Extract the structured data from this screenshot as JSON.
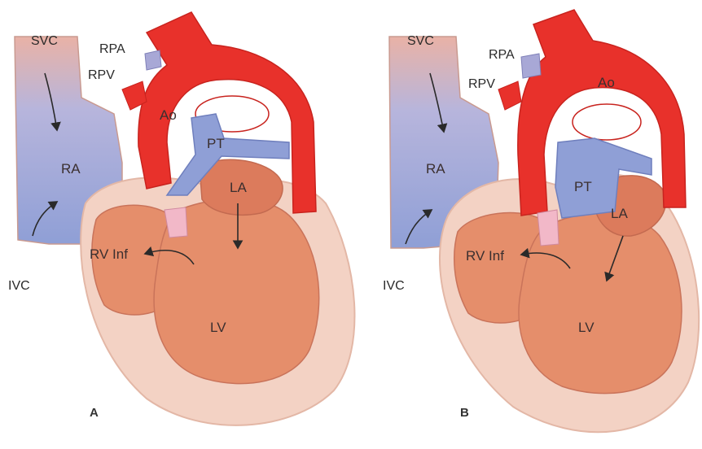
{
  "panels": [
    {
      "letter": "A",
      "labels": {
        "svc": "SVC",
        "rpa": "RPA",
        "rpv": "RPV",
        "ao": "Ao",
        "pt": "PT",
        "ra": "RA",
        "la": "LA",
        "rv_inf": "RV Inf",
        "lv": "LV",
        "ivc": "IVC"
      }
    },
    {
      "letter": "B",
      "labels": {
        "svc": "SVC",
        "rpa": "RPA",
        "rpv": "RPV",
        "ao": "Ao",
        "pt": "PT",
        "ra": "RA",
        "la": "LA",
        "rv_inf": "RV Inf",
        "lv": "LV",
        "ivc": "IVC"
      }
    }
  ],
  "colors": {
    "aorta": "#e8312b",
    "venous_blue": "#8f9fd6",
    "myocardium": "#d9785a",
    "chamber": "#e9906d",
    "pericardium": "#f3d2c4",
    "atrium_pink": "#f1c3b5"
  }
}
